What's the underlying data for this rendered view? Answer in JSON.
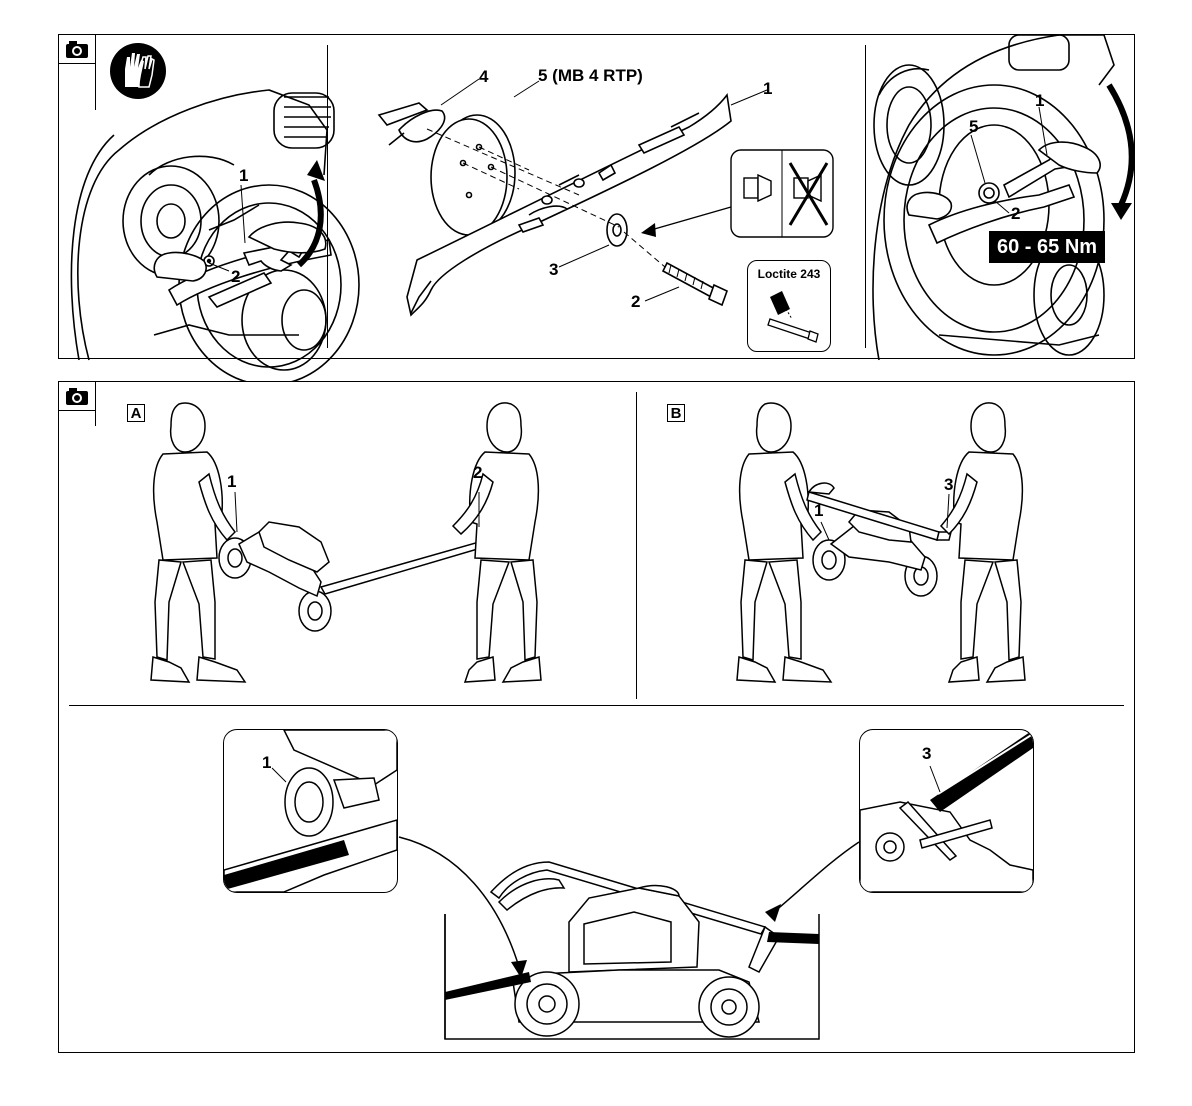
{
  "figure_top": {
    "icon": "camera-icon",
    "secondary_icon": "gloves-icon",
    "left_panel": {
      "callout_1": "1",
      "callout_2": "2"
    },
    "center_panel": {
      "callout_4": "4",
      "callout_5": "5 (MB 4 RTP)",
      "callout_1": "1",
      "callout_3": "3",
      "callout_2": "2",
      "loctite_label": "Loctite 243"
    },
    "right_panel": {
      "callout_1": "1",
      "callout_5": "5",
      "callout_2": "2",
      "torque": "60 - 65 Nm"
    }
  },
  "figure_bottom": {
    "icon": "camera-icon",
    "section_a": {
      "letter": "A",
      "callout_1": "1",
      "callout_2": "2"
    },
    "section_b": {
      "letter": "B",
      "callout_1": "1",
      "callout_3": "3"
    },
    "detail_left": {
      "callout_1": "1"
    },
    "detail_right": {
      "callout_3": "3"
    }
  }
}
